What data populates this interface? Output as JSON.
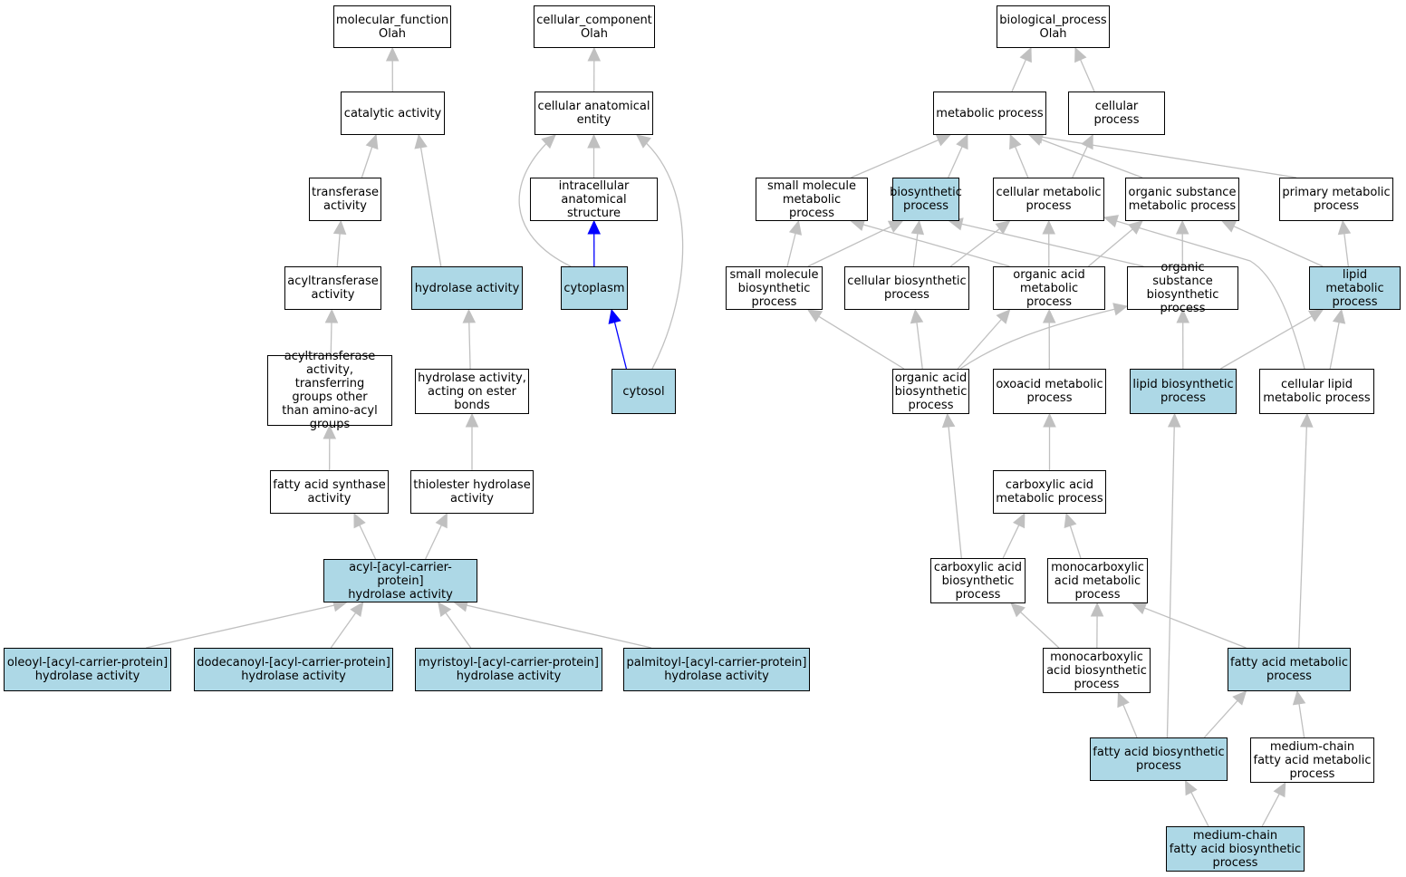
{
  "colors": {
    "highlight": "#add8e6",
    "plain": "#ffffff",
    "edge": "#c0c0c0",
    "edge_strong": "#0000ff",
    "border": "#000000"
  },
  "nodes": {
    "mf": {
      "label": "molecular_function\nOlah",
      "highlighted": false
    },
    "cc": {
      "label": "cellular_component\nOlah",
      "highlighted": false
    },
    "bp": {
      "label": "biological_process\nOlah",
      "highlighted": false
    },
    "catalytic": {
      "label": "catalytic activity",
      "highlighted": false
    },
    "cae": {
      "label": "cellular anatomical\nentity",
      "highlighted": false
    },
    "metabolic": {
      "label": "metabolic process",
      "highlighted": false
    },
    "cellular_process": {
      "label": "cellular process",
      "highlighted": false
    },
    "transferase": {
      "label": "transferase\nactivity",
      "highlighted": false
    },
    "ias": {
      "label": "intracellular\nanatomical structure",
      "highlighted": false
    },
    "small_mol_met": {
      "label": "small molecule\nmetabolic process",
      "highlighted": false
    },
    "biosynthetic": {
      "label": "biosynthetic\nprocess",
      "highlighted": true
    },
    "cell_met": {
      "label": "cellular metabolic\nprocess",
      "highlighted": false
    },
    "org_sub_met": {
      "label": "organic substance\nmetabolic process",
      "highlighted": false
    },
    "primary_met": {
      "label": "primary metabolic\nprocess",
      "highlighted": false
    },
    "acyltransferase": {
      "label": "acyltransferase\nactivity",
      "highlighted": false
    },
    "hydrolase": {
      "label": "hydrolase activity",
      "highlighted": true
    },
    "cytoplasm": {
      "label": "cytoplasm",
      "highlighted": true
    },
    "small_mol_bio": {
      "label": "small molecule\nbiosynthetic\nprocess",
      "highlighted": false
    },
    "cell_bio": {
      "label": "cellular biosynthetic\nprocess",
      "highlighted": false
    },
    "org_acid_met": {
      "label": "organic acid\nmetabolic process",
      "highlighted": false
    },
    "org_sub_bio": {
      "label": "organic substance\nbiosynthetic\nprocess",
      "highlighted": false
    },
    "lipid_met": {
      "label": "lipid metabolic\nprocess",
      "highlighted": true
    },
    "acyltransferase_other": {
      "label": "acyltransferase\nactivity, transferring\ngroups other\nthan amino-acyl\ngroups",
      "highlighted": false
    },
    "hydrolase_ester": {
      "label": "hydrolase activity,\nacting on ester\nbonds",
      "highlighted": false
    },
    "cytosol": {
      "label": "cytosol",
      "highlighted": true
    },
    "org_acid_bio": {
      "label": "organic acid\nbiosynthetic\nprocess",
      "highlighted": false
    },
    "oxoacid_met": {
      "label": "oxoacid metabolic\nprocess",
      "highlighted": false
    },
    "lipid_bio": {
      "label": "lipid biosynthetic\nprocess",
      "highlighted": true
    },
    "cell_lipid_met": {
      "label": "cellular lipid\nmetabolic process",
      "highlighted": false
    },
    "fas": {
      "label": "fatty acid synthase\nactivity",
      "highlighted": false
    },
    "thiolester": {
      "label": "thiolester hydrolase\nactivity",
      "highlighted": false
    },
    "carbox_met": {
      "label": "carboxylic acid\nmetabolic process",
      "highlighted": false
    },
    "acp_hydrolase": {
      "label": "acyl-[acyl-carrier-protein]\nhydrolase activity",
      "highlighted": true
    },
    "carbox_bio": {
      "label": "carboxylic acid\nbiosynthetic\nprocess",
      "highlighted": false
    },
    "monocarb_met": {
      "label": "monocarboxylic\nacid metabolic\nprocess",
      "highlighted": false
    },
    "oleoyl": {
      "label": "oleoyl-[acyl-carrier-protein]\nhydrolase activity",
      "highlighted": true
    },
    "dodecanoyl": {
      "label": "dodecanoyl-[acyl-carrier-protein]\nhydrolase activity",
      "highlighted": true
    },
    "myristoyl": {
      "label": "myristoyl-[acyl-carrier-protein]\nhydrolase activity",
      "highlighted": true
    },
    "palmitoyl": {
      "label": "palmitoyl-[acyl-carrier-protein]\nhydrolase activity",
      "highlighted": true
    },
    "monocarb_bio": {
      "label": "monocarboxylic\nacid biosynthetic\nprocess",
      "highlighted": false
    },
    "fa_met": {
      "label": "fatty acid metabolic\nprocess",
      "highlighted": true
    },
    "fa_bio": {
      "label": "fatty acid biosynthetic\nprocess",
      "highlighted": true
    },
    "mc_fa_met": {
      "label": "medium-chain\nfatty acid metabolic\nprocess",
      "highlighted": false
    },
    "mc_fa_bio": {
      "label": "medium-chain\nfatty acid biosynthetic\nprocess",
      "highlighted": true
    }
  },
  "edges": [
    {
      "from": "catalytic",
      "to": "mf",
      "type": "is_a"
    },
    {
      "from": "transferase",
      "to": "catalytic",
      "type": "is_a"
    },
    {
      "from": "hydrolase",
      "to": "catalytic",
      "type": "is_a"
    },
    {
      "from": "acyltransferase",
      "to": "transferase",
      "type": "is_a"
    },
    {
      "from": "acyltransferase_other",
      "to": "acyltransferase",
      "type": "is_a"
    },
    {
      "from": "fas",
      "to": "acyltransferase_other",
      "type": "is_a"
    },
    {
      "from": "hydrolase_ester",
      "to": "hydrolase",
      "type": "is_a"
    },
    {
      "from": "thiolester",
      "to": "hydrolase_ester",
      "type": "is_a"
    },
    {
      "from": "acp_hydrolase",
      "to": "fas",
      "type": "is_a"
    },
    {
      "from": "acp_hydrolase",
      "to": "thiolester",
      "type": "is_a"
    },
    {
      "from": "oleoyl",
      "to": "acp_hydrolase",
      "type": "is_a"
    },
    {
      "from": "dodecanoyl",
      "to": "acp_hydrolase",
      "type": "is_a"
    },
    {
      "from": "myristoyl",
      "to": "acp_hydrolase",
      "type": "is_a"
    },
    {
      "from": "palmitoyl",
      "to": "acp_hydrolase",
      "type": "is_a"
    },
    {
      "from": "cae",
      "to": "cc",
      "type": "is_a"
    },
    {
      "from": "ias",
      "to": "cae",
      "type": "is_a"
    },
    {
      "from": "cytoplasm",
      "to": "ias",
      "type": "part_of"
    },
    {
      "from": "cytoplasm",
      "to": "cae",
      "type": "is_a"
    },
    {
      "from": "cytosol",
      "to": "cytoplasm",
      "type": "part_of"
    },
    {
      "from": "cytosol",
      "to": "cae",
      "type": "is_a"
    },
    {
      "from": "metabolic",
      "to": "bp",
      "type": "is_a"
    },
    {
      "from": "cellular_process",
      "to": "bp",
      "type": "is_a"
    },
    {
      "from": "small_mol_met",
      "to": "metabolic",
      "type": "is_a"
    },
    {
      "from": "biosynthetic",
      "to": "metabolic",
      "type": "is_a"
    },
    {
      "from": "cell_met",
      "to": "metabolic",
      "type": "is_a"
    },
    {
      "from": "cell_met",
      "to": "cellular_process",
      "type": "is_a"
    },
    {
      "from": "org_sub_met",
      "to": "metabolic",
      "type": "is_a"
    },
    {
      "from": "primary_met",
      "to": "metabolic",
      "type": "is_a"
    },
    {
      "from": "small_mol_bio",
      "to": "small_mol_met",
      "type": "is_a"
    },
    {
      "from": "small_mol_bio",
      "to": "biosynthetic",
      "type": "is_a"
    },
    {
      "from": "cell_bio",
      "to": "biosynthetic",
      "type": "is_a"
    },
    {
      "from": "cell_bio",
      "to": "cell_met",
      "type": "is_a"
    },
    {
      "from": "org_acid_met",
      "to": "small_mol_met",
      "type": "is_a"
    },
    {
      "from": "org_acid_met",
      "to": "cell_met",
      "type": "is_a"
    },
    {
      "from": "org_acid_met",
      "to": "org_sub_met",
      "type": "is_a"
    },
    {
      "from": "org_sub_bio",
      "to": "biosynthetic",
      "type": "is_a"
    },
    {
      "from": "org_sub_bio",
      "to": "org_sub_met",
      "type": "is_a"
    },
    {
      "from": "lipid_met",
      "to": "primary_met",
      "type": "is_a"
    },
    {
      "from": "lipid_met",
      "to": "org_sub_met",
      "type": "is_a"
    },
    {
      "from": "org_acid_bio",
      "to": "small_mol_bio",
      "type": "is_a"
    },
    {
      "from": "org_acid_bio",
      "to": "cell_bio",
      "type": "is_a"
    },
    {
      "from": "org_acid_bio",
      "to": "org_acid_met",
      "type": "is_a"
    },
    {
      "from": "org_acid_bio",
      "to": "org_sub_bio",
      "type": "is_a"
    },
    {
      "from": "oxoacid_met",
      "to": "org_acid_met",
      "type": "is_a"
    },
    {
      "from": "lipid_bio",
      "to": "org_sub_bio",
      "type": "is_a"
    },
    {
      "from": "lipid_bio",
      "to": "lipid_met",
      "type": "is_a"
    },
    {
      "from": "cell_lipid_met",
      "to": "lipid_met",
      "type": "is_a"
    },
    {
      "from": "cell_lipid_met",
      "to": "cell_met",
      "type": "is_a"
    },
    {
      "from": "carbox_met",
      "to": "oxoacid_met",
      "type": "is_a"
    },
    {
      "from": "carbox_bio",
      "to": "carbox_met",
      "type": "is_a"
    },
    {
      "from": "carbox_bio",
      "to": "org_acid_bio",
      "type": "is_a"
    },
    {
      "from": "monocarb_met",
      "to": "carbox_met",
      "type": "is_a"
    },
    {
      "from": "monocarb_bio",
      "to": "carbox_bio",
      "type": "is_a"
    },
    {
      "from": "monocarb_bio",
      "to": "monocarb_met",
      "type": "is_a"
    },
    {
      "from": "fa_met",
      "to": "monocarb_met",
      "type": "is_a"
    },
    {
      "from": "fa_met",
      "to": "cell_lipid_met",
      "type": "is_a"
    },
    {
      "from": "fa_bio",
      "to": "monocarb_bio",
      "type": "is_a"
    },
    {
      "from": "fa_bio",
      "to": "fa_met",
      "type": "is_a"
    },
    {
      "from": "fa_bio",
      "to": "lipid_bio",
      "type": "is_a"
    },
    {
      "from": "mc_fa_met",
      "to": "fa_met",
      "type": "is_a"
    },
    {
      "from": "mc_fa_bio",
      "to": "fa_bio",
      "type": "is_a"
    },
    {
      "from": "mc_fa_bio",
      "to": "mc_fa_met",
      "type": "is_a"
    }
  ]
}
